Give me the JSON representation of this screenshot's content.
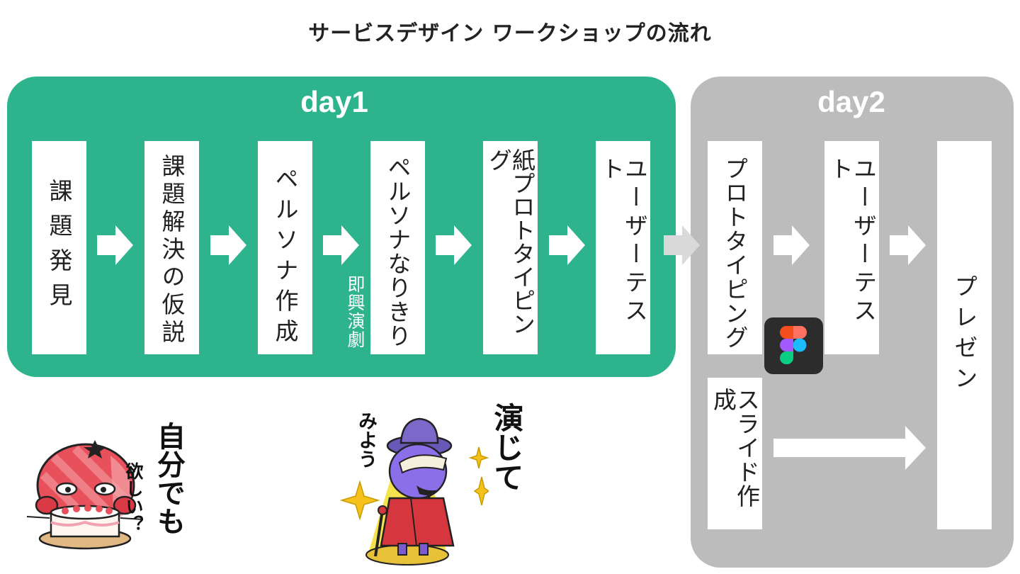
{
  "title": "サービスデザイン ワークショップの流れ",
  "day1": {
    "label": "day1",
    "color": "#2db48c",
    "steps": [
      "課題発見",
      "課題解決の仮説",
      "ペルソナ作成",
      "ペルソナなりきり",
      "紙プロトタイピング",
      "ユーザーテスト"
    ],
    "note": "即興演劇"
  },
  "day2": {
    "label": "day2",
    "color": "#bcbcbc",
    "steps": [
      "プロトタイピング",
      "ユーザーテスト",
      "プレゼン",
      "スライド作成"
    ],
    "tool_icon": "figma-icon"
  },
  "stickers": {
    "left_text_1": "自分でも",
    "left_text_2": "欲しい？",
    "right_text_1": "演じて",
    "right_text_2": "みよう"
  }
}
